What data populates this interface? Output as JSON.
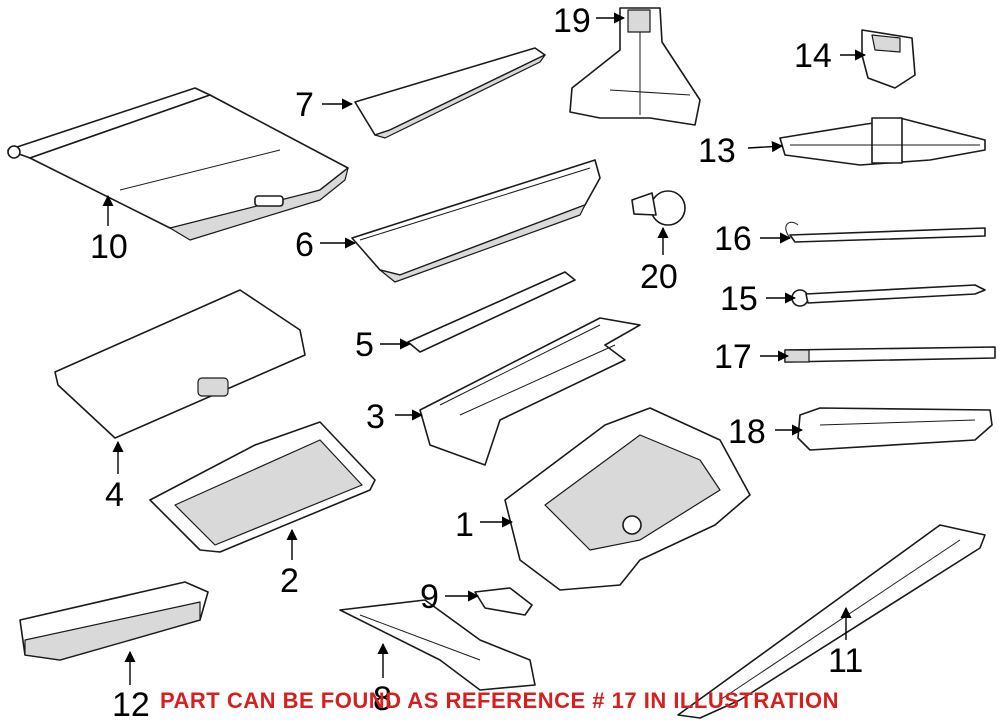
{
  "callouts": {
    "c1": "1",
    "c2": "2",
    "c3": "3",
    "c4": "4",
    "c5": "5",
    "c6": "6",
    "c7": "7",
    "c8": "8",
    "c9": "9",
    "c10": "10",
    "c11": "11",
    "c12": "12",
    "c13": "13",
    "c14": "14",
    "c15": "15",
    "c16": "16",
    "c17": "17",
    "c18": "18",
    "c19": "19",
    "c20": "20"
  },
  "footer": {
    "note": "PART CAN BE FOUND AS REFERENCE # 17 IN ILLUSTRATION",
    "color": "#d62020"
  }
}
